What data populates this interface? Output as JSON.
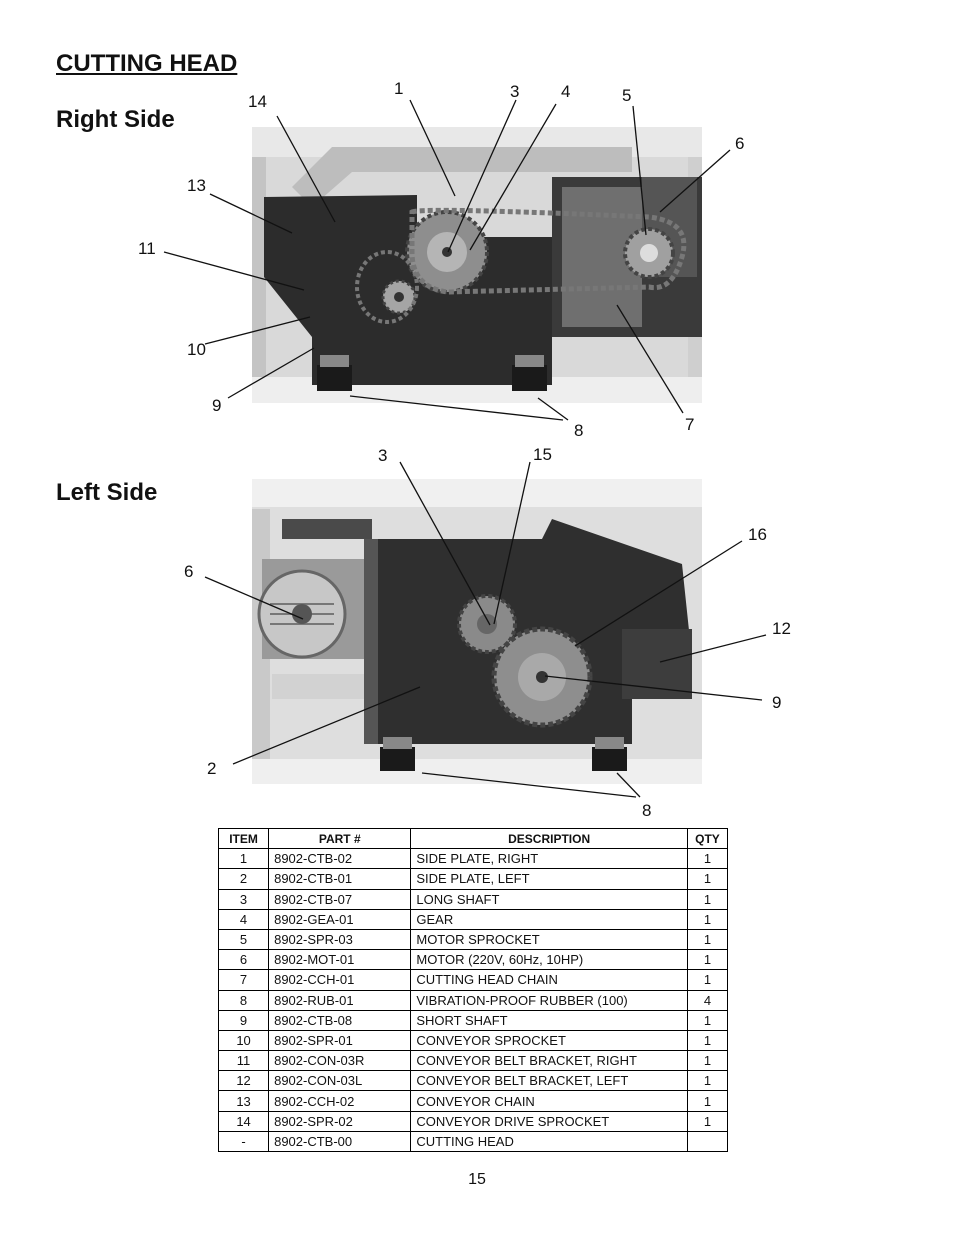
{
  "title": "CUTTING HEAD",
  "sections": {
    "right": "Right Side",
    "left": "Left Side"
  },
  "right_callouts": {
    "c1": "1",
    "c3": "3",
    "c4": "4",
    "c5": "5",
    "c6": "6",
    "c7": "7",
    "c8": "8",
    "c9": "9",
    "c10": "10",
    "c11": "11",
    "c13": "13",
    "c14": "14"
  },
  "left_callouts": {
    "c2": "2",
    "c3": "3",
    "c6": "6",
    "c8": "8",
    "c9": "9",
    "c12": "12",
    "c15": "15",
    "c16": "16"
  },
  "table": {
    "headers": [
      "ITEM",
      "PART #",
      "DESCRIPTION",
      "QTY"
    ],
    "rows": [
      {
        "item": "1",
        "part": "8902-CTB-02",
        "desc": "SIDE PLATE, RIGHT",
        "qty": "1"
      },
      {
        "item": "2",
        "part": "8902-CTB-01",
        "desc": "SIDE PLATE, LEFT",
        "qty": "1"
      },
      {
        "item": "3",
        "part": "8902-CTB-07",
        "desc": "LONG SHAFT",
        "qty": "1"
      },
      {
        "item": "4",
        "part": "8902-GEA-01",
        "desc": "GEAR",
        "qty": "1"
      },
      {
        "item": "5",
        "part": "8902-SPR-03",
        "desc": "MOTOR SPROCKET",
        "qty": "1"
      },
      {
        "item": "6",
        "part": "8902-MOT-01",
        "desc": "MOTOR (220V, 60Hz, 10HP)",
        "qty": "1"
      },
      {
        "item": "7",
        "part": "8902-CCH-01",
        "desc": "CUTTING HEAD CHAIN",
        "qty": "1"
      },
      {
        "item": "8",
        "part": "8902-RUB-01",
        "desc": "VIBRATION-PROOF RUBBER (100)",
        "qty": "4"
      },
      {
        "item": "9",
        "part": "8902-CTB-08",
        "desc": "SHORT SHAFT",
        "qty": "1"
      },
      {
        "item": "10",
        "part": "8902-SPR-01",
        "desc": "CONVEYOR SPROCKET",
        "qty": "1"
      },
      {
        "item": "11",
        "part": "8902-CON-03R",
        "desc": "CONVEYOR BELT BRACKET, RIGHT",
        "qty": "1"
      },
      {
        "item": "12",
        "part": "8902-CON-03L",
        "desc": "CONVEYOR BELT BRACKET, LEFT",
        "qty": "1"
      },
      {
        "item": "13",
        "part": "8902-CCH-02",
        "desc": "CONVEYOR CHAIN",
        "qty": "1"
      },
      {
        "item": "14",
        "part": "8902-SPR-02",
        "desc": "CONVEYOR DRIVE SPROCKET",
        "qty": "1"
      },
      {
        "item": "-",
        "part": "8902-CTB-00",
        "desc": "CUTTING HEAD",
        "qty": ""
      }
    ]
  },
  "page_number": "15"
}
